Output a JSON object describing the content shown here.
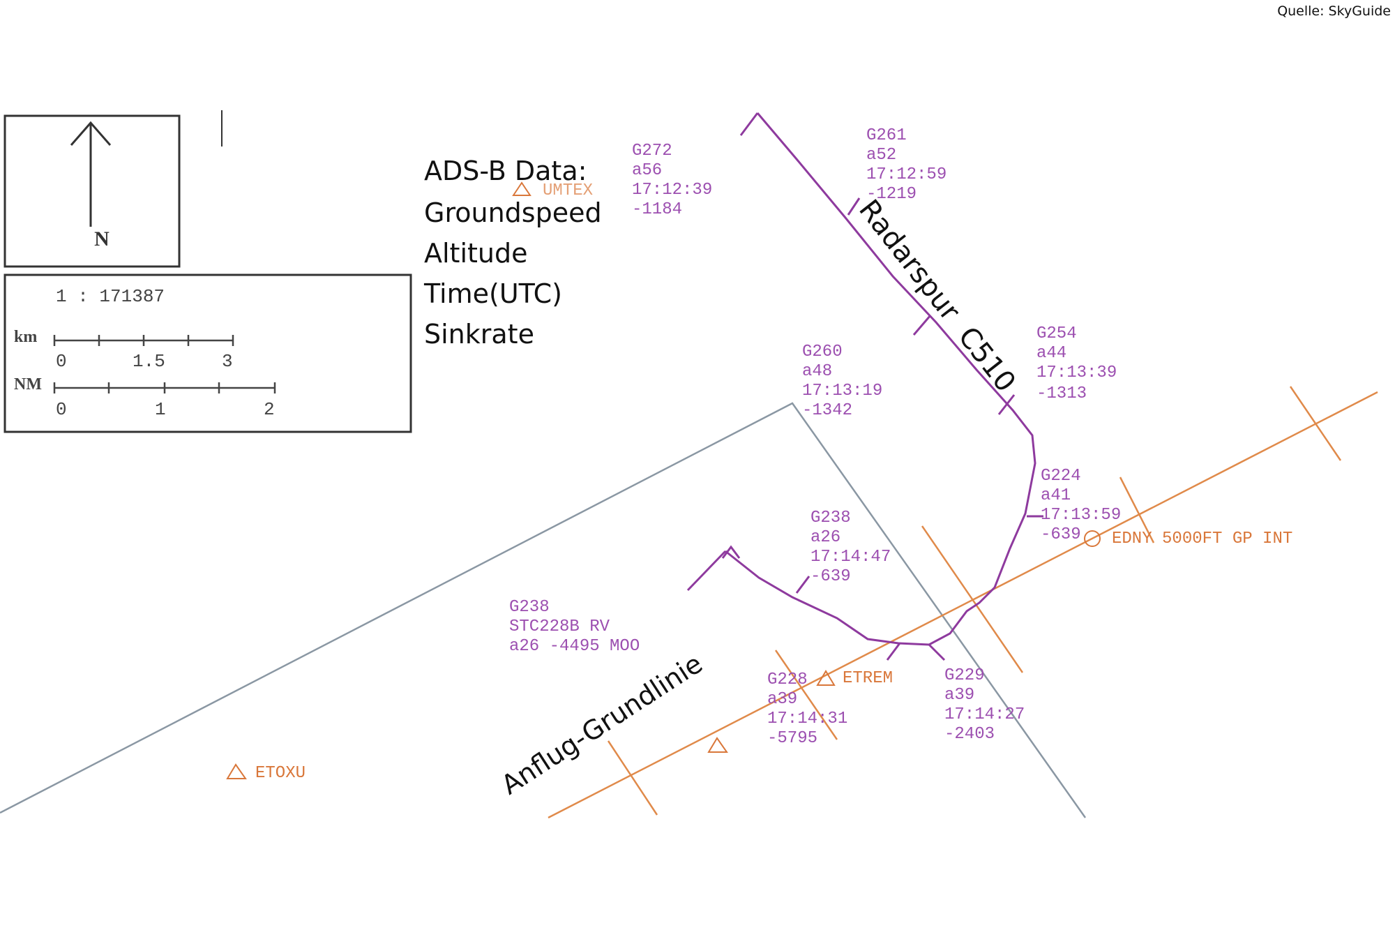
{
  "source_credit": "Quelle: SkyGuide",
  "north_label": "N",
  "scale": {
    "ratio": "1 : 171387",
    "km_unit": "km",
    "km_ticks": [
      "0",
      "1.5",
      "3"
    ],
    "nm_unit": "NM",
    "nm_ticks": [
      "0",
      "1",
      "2"
    ]
  },
  "legend": {
    "title": "ADS-B Data:",
    "items": [
      "Groundspeed",
      "Altitude",
      "Time(UTC)",
      "Sinkrate"
    ]
  },
  "labels": {
    "track": "Radarspur  C510",
    "approach": "Anflug-Grundlinie"
  },
  "waypoints": [
    "UMTEX",
    "ETREM",
    "ETOXU",
    "EDNY 5000FT GP INT"
  ],
  "track_blocks": [
    {
      "lines": [
        "G272",
        "a56",
        "17:12:39",
        "-1184"
      ]
    },
    {
      "lines": [
        "G261",
        "a52",
        "17:12:59",
        "-1219"
      ]
    },
    {
      "lines": [
        "G254",
        "a44",
        "17:13:39",
        "-1313"
      ]
    },
    {
      "lines": [
        "G260",
        "a48",
        "17:13:19",
        "-1342"
      ]
    },
    {
      "lines": [
        "G224",
        "a41",
        "17:13:59",
        "-639"
      ]
    },
    {
      "lines": [
        "G238",
        "a26",
        "17:14:47",
        "-639"
      ]
    },
    {
      "lines": [
        "G238",
        "STC228B RV",
        "a26 -4495 MOO"
      ]
    },
    {
      "lines": [
        "G228",
        "a39",
        "17:14:31",
        "-5795"
      ]
    },
    {
      "lines": [
        "G229",
        "a39",
        "17:14:27",
        "-2403"
      ]
    }
  ],
  "colors": {
    "track": "#8e3a9e",
    "track_text": "#9c4fb0",
    "approach": "#e08a4a",
    "waypoint": "#d9773a",
    "boundary": "#8a97a3",
    "ink": "#111111"
  }
}
